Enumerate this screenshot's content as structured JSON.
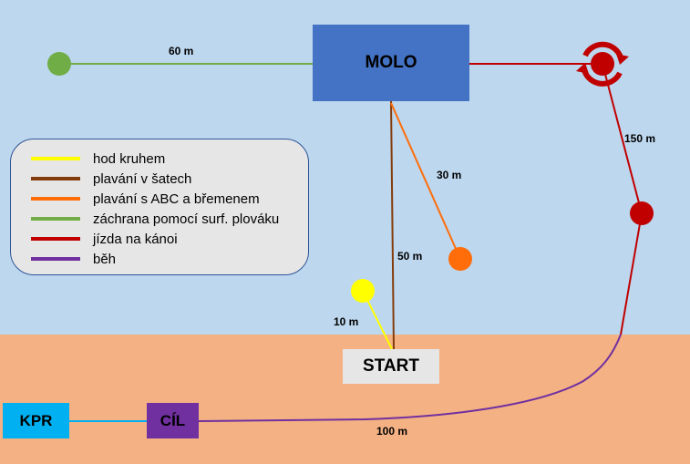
{
  "colors": {
    "water": "#BDD7EE",
    "sand": "#F4B183",
    "molo": "#4472C4",
    "start": "#E7E6E6",
    "kpr": "#00B0F0",
    "cil": "#7030A0",
    "legend_fill": "#E6E6E6",
    "legend_border": "#2F5597",
    "hod_kruhem": "#FFFF00",
    "plavani_v_satech": "#843C0C",
    "plavani_abc": "#FF6D0A",
    "zachrana": "#70AD47",
    "kanoe": "#C00000",
    "beh": "#7030A0"
  },
  "boxes": {
    "molo": "MOLO",
    "start": "START",
    "kpr": "KPR",
    "cil": "CÍL"
  },
  "distances": {
    "zachrana": "60 m",
    "plavani_abc": "30 m",
    "plavani_v_satech": "50 m",
    "hod_kruhem": "10 m",
    "kanoe": "150 m",
    "beh": "100 m"
  },
  "legend": {
    "items": [
      {
        "key": "hod_kruhem",
        "label": "hod kruhem"
      },
      {
        "key": "plavani_v_satech",
        "label": "plavání v šatech"
      },
      {
        "key": "plavani_abc",
        "label": "plavání s ABC a břemenem"
      },
      {
        "key": "zachrana",
        "label": "záchrana pomocí surf. plováku"
      },
      {
        "key": "kanoe",
        "label": "jízda na kánoi"
      },
      {
        "key": "beh",
        "label": "běh"
      }
    ]
  },
  "icons": {
    "turn_buoy": "rotate-arrows-icon"
  }
}
